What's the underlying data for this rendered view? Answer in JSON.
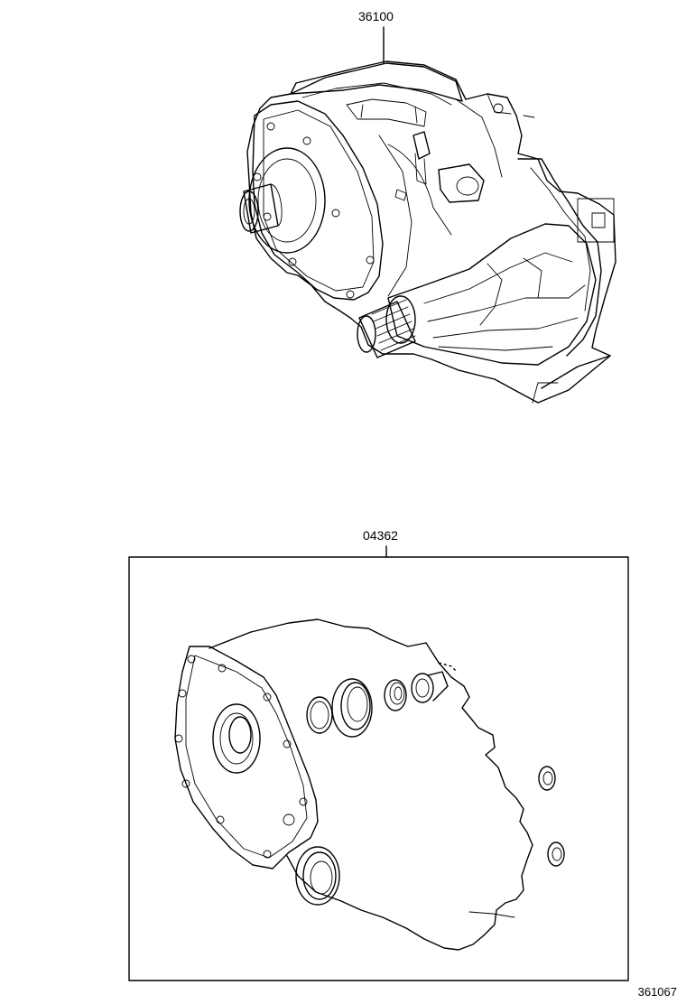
{
  "labels": {
    "assembly_part_number": "36100",
    "gasket_kit_part_number": "04362",
    "figure_number": "361067"
  }
}
